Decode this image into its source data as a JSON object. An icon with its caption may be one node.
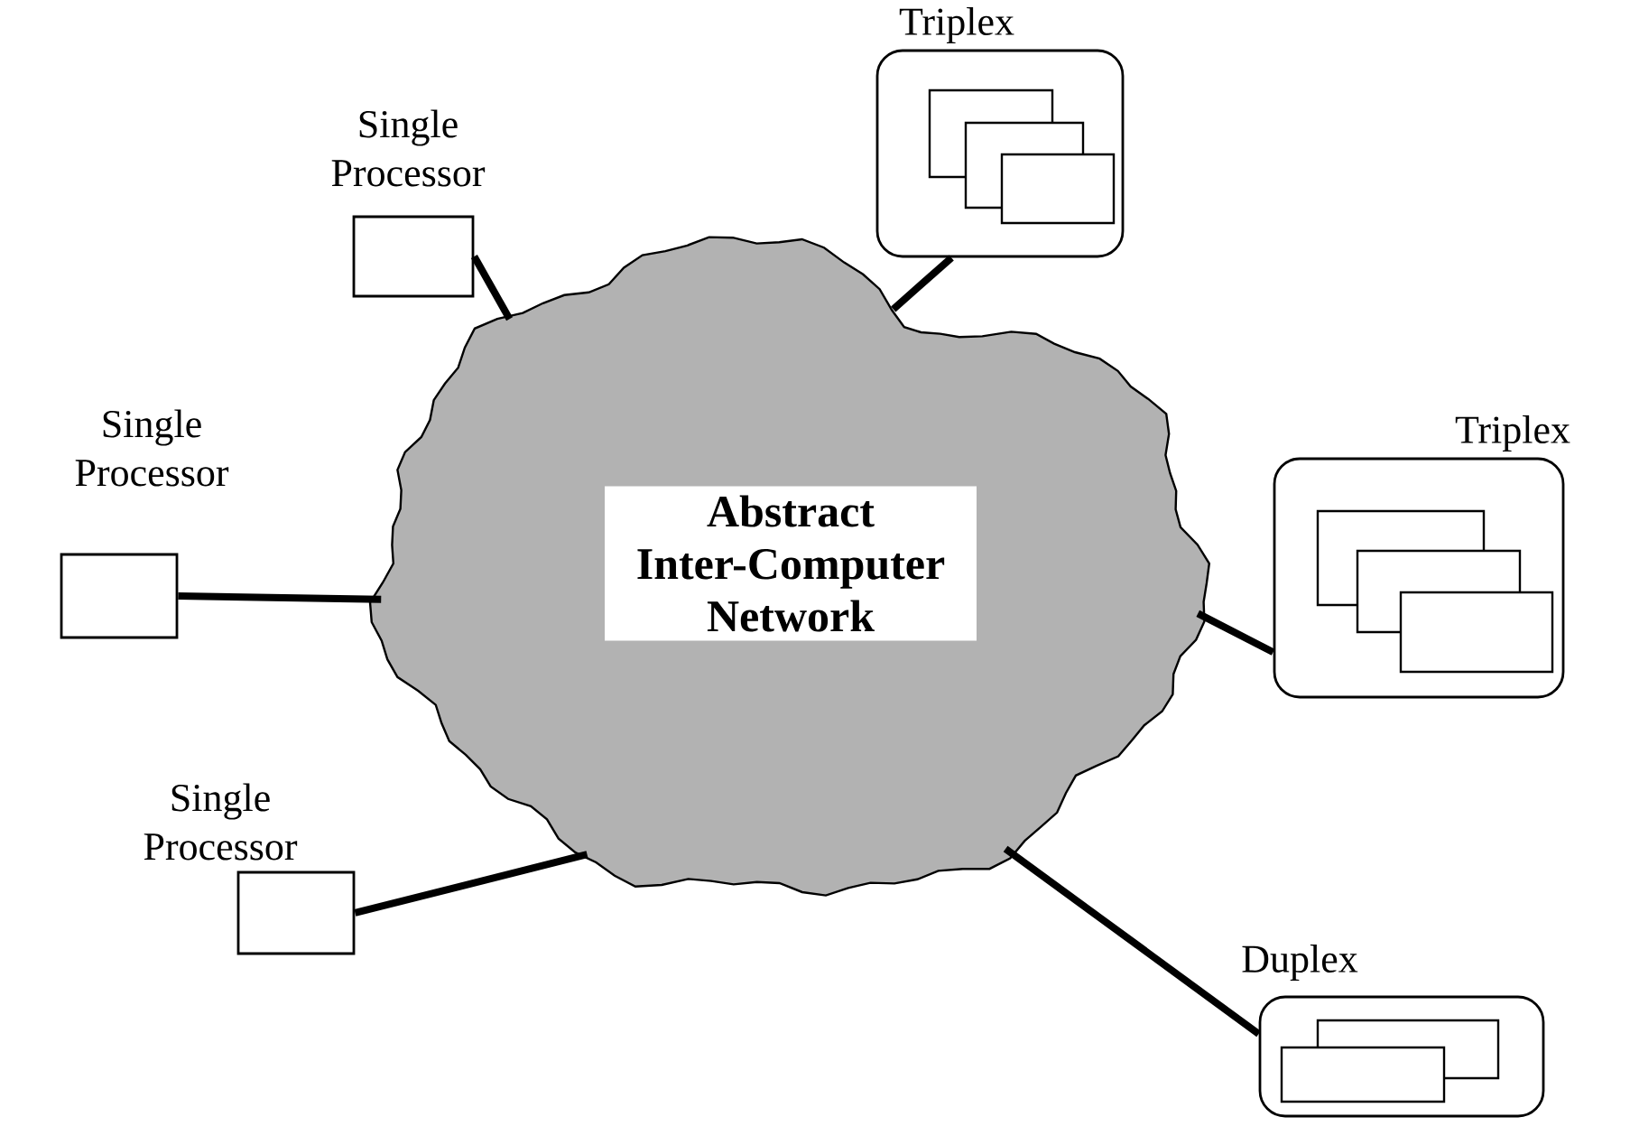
{
  "diagram": {
    "nodes": [
      {
        "text": [
          "Triplex"
        ]
      },
      {
        "text": [],
        "shape": "box",
        "in": 0
      },
      {
        "text": [],
        "shape": "box",
        "in": 0
      },
      {
        "text": [],
        "shape": "box",
        "in": 0
      },
      {
        "text": [
          "Single Processor"
        ]
      },
      {
        "text": [
          "Single Processor"
        ]
      },
      {
        "text": [
          "Abstract Inter-Computer Network"
        ]
      },
      {
        "text": [
          "Triplex"
        ]
      },
      {
        "text": [],
        "shape": "box",
        "in": 7
      },
      {
        "text": [],
        "shape": "box",
        "in": 7
      },
      {
        "text": [],
        "shape": "box",
        "in": 7
      },
      {
        "text": [
          "Single Processor"
        ]
      },
      {
        "text": [
          "Duplex"
        ]
      },
      {
        "text": [],
        "shape": "box",
        "in": 12
      },
      {
        "text": [],
        "shape": "box",
        "in": 12
      }
    ],
    "edges": [
      {
        "from": 6,
        "to": 4,
        "arrow": "none"
      },
      {
        "from": 6,
        "to": 0,
        "arrow": "none"
      },
      {
        "from": 6,
        "to": 5,
        "arrow": "none"
      },
      {
        "from": 6,
        "to": 7,
        "arrow": "none"
      },
      {
        "from": 6,
        "to": 11,
        "arrow": "none"
      },
      {
        "from": 6,
        "to": 12,
        "arrow": "none"
      }
    ]
  }
}
